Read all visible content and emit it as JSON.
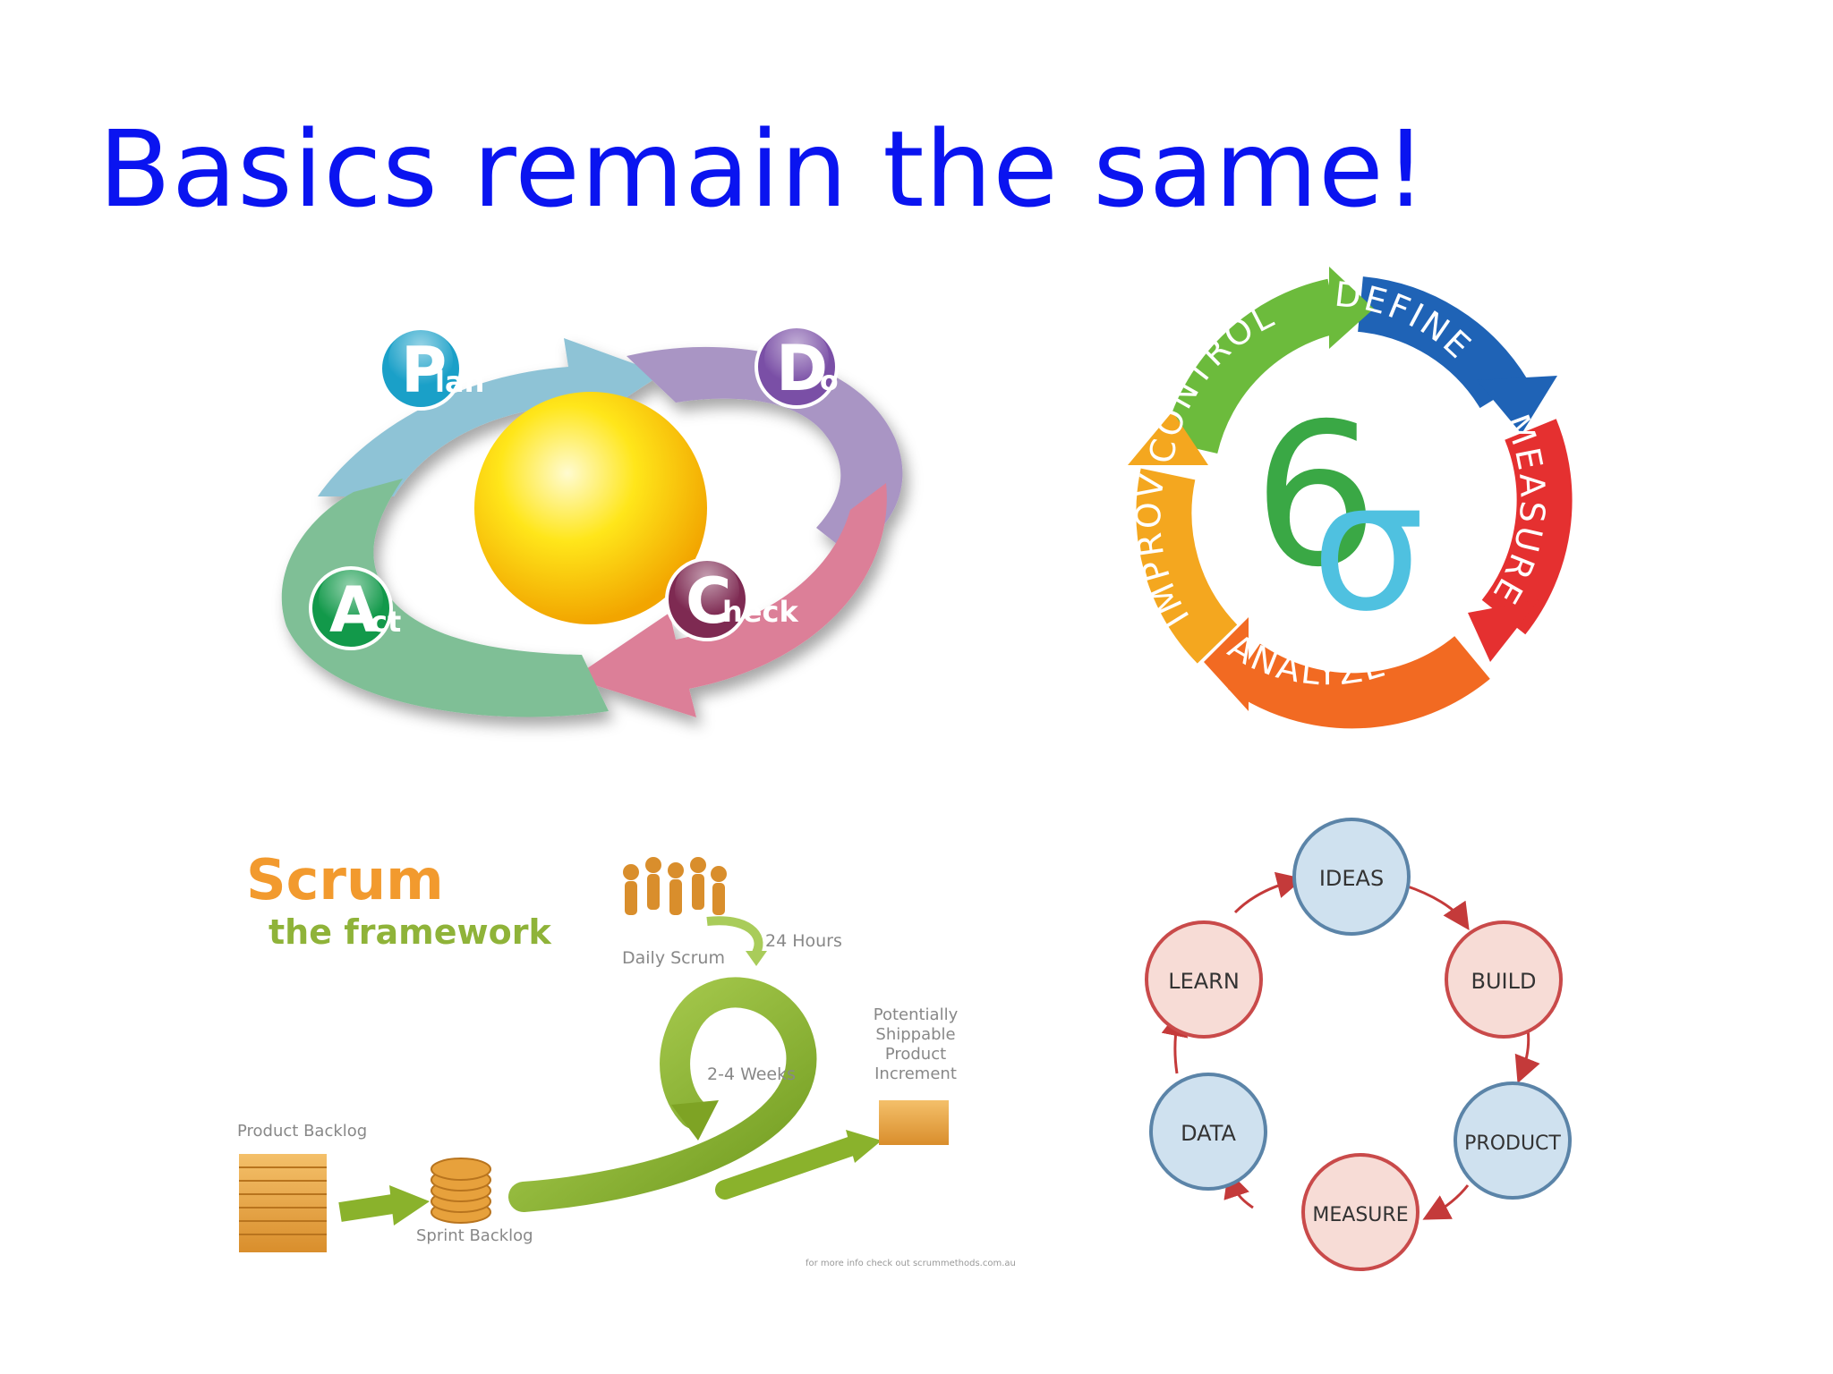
{
  "slide": {
    "title": "Basics remain the same!",
    "title_color": "#0a14f0"
  },
  "pdca": {
    "plan": {
      "initial": "P",
      "rest": "lan"
    },
    "do": {
      "initial": "D",
      "rest": "o"
    },
    "check": {
      "initial": "C",
      "rest": "heck"
    },
    "act": {
      "initial": "A",
      "rest": "ct"
    },
    "colors": {
      "plan": "#1aa0c8",
      "do": "#7a4fa6",
      "check": "#7e2a52",
      "act": "#12994a"
    }
  },
  "six_sigma": {
    "symbol_digit": "6",
    "symbol_sigma": "σ",
    "stages": [
      "CONTROL",
      "DEFINE",
      "MEASURE",
      "ANALYZE",
      "IMPROVE"
    ],
    "colors": {
      "control": "#6cbb3c",
      "define": "#1f63b6",
      "measure": "#e53030",
      "analyze": "#f26a22",
      "improve": "#f4a71f",
      "digit": "#3aa845",
      "sigma": "#4fc1e0"
    }
  },
  "scrum": {
    "title": "Scrum",
    "subtitle": "the framework",
    "daily_scrum": "Daily Scrum",
    "hours": "24 Hours",
    "weeks": "2-4 Weeks",
    "increment": [
      "Potentially",
      "Shippable",
      "Product",
      "Increment"
    ],
    "product_backlog": "Product Backlog",
    "sprint_backlog": "Sprint Backlog",
    "footer": "for more info check out scrummethods.com.au",
    "colors": {
      "title": "#f29a2e",
      "subtitle": "#8fb339",
      "loop": "#8ab22c",
      "box": "#e7a13c"
    }
  },
  "lean_cycle": {
    "nodes": [
      "IDEAS",
      "BUILD",
      "PRODUCT",
      "MEASURE",
      "DATA",
      "LEARN"
    ],
    "colors": {
      "blue_fill": "#cfe1ef",
      "blue_stroke": "#5b84a8",
      "pink_fill": "#f7dcd6",
      "pink_stroke": "#c94a4a",
      "arrow": "#c43a3a"
    }
  }
}
